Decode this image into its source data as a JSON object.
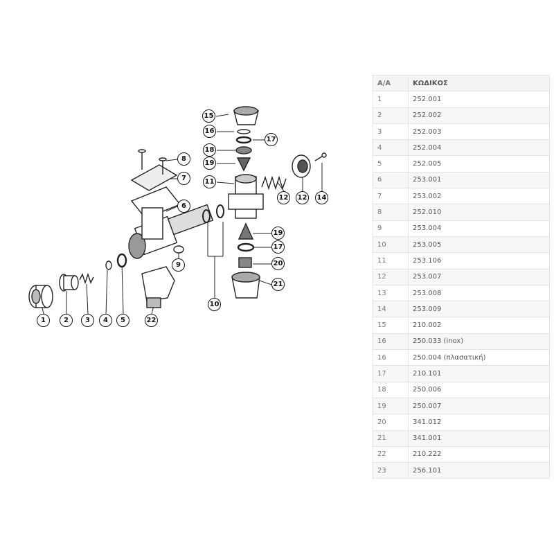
{
  "diagram": {
    "callouts": [
      "1",
      "2",
      "3",
      "4",
      "5",
      "22",
      "9",
      "6",
      "7",
      "8",
      "10",
      "15",
      "16",
      "17",
      "18",
      "19",
      "11",
      "12",
      "12",
      "14",
      "19",
      "17",
      "20",
      "21"
    ]
  },
  "table": {
    "headers": {
      "index": "Α/Α",
      "code": "ΚΩΔΙΚΟΣ"
    },
    "rows": [
      {
        "index": "1",
        "code": "252.001"
      },
      {
        "index": "2",
        "code": "252.002"
      },
      {
        "index": "3",
        "code": "252.003"
      },
      {
        "index": "4",
        "code": "252.004"
      },
      {
        "index": "5",
        "code": "252.005"
      },
      {
        "index": "6",
        "code": "253.001"
      },
      {
        "index": "7",
        "code": "253.002"
      },
      {
        "index": "8",
        "code": "252.010"
      },
      {
        "index": "9",
        "code": "253.004"
      },
      {
        "index": "10",
        "code": "253.005"
      },
      {
        "index": "11",
        "code": "253.106"
      },
      {
        "index": "12",
        "code": "253.007"
      },
      {
        "index": "13",
        "code": "253.008"
      },
      {
        "index": "14",
        "code": "253.009"
      },
      {
        "index": "15",
        "code": "210.002"
      },
      {
        "index": "16",
        "code": "250.033 (inox)"
      },
      {
        "index": "16",
        "code": "250.004 (πλασατική)"
      },
      {
        "index": "17",
        "code": "210.101"
      },
      {
        "index": "18",
        "code": "250.006"
      },
      {
        "index": "19",
        "code": "250.007"
      },
      {
        "index": "20",
        "code": "341.012"
      },
      {
        "index": "21",
        "code": "341.001"
      },
      {
        "index": "22",
        "code": "210.222"
      },
      {
        "index": "23",
        "code": "256.101"
      }
    ]
  }
}
